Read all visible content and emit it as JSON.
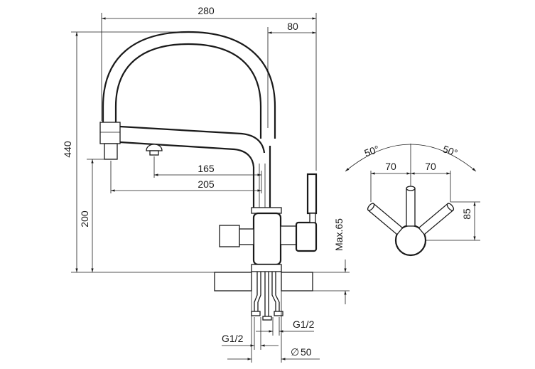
{
  "dimensions": {
    "total_width": "280",
    "spout_offset": "80",
    "total_height": "440",
    "outlet_height": "200",
    "reach_inner": "165",
    "reach_outer": "205",
    "deck_thickness": "Max.65",
    "inlet_left": "G1/2",
    "inlet_right": "G1/2",
    "hole_diameter": "50",
    "handle_angle_left": "50°",
    "handle_angle_right": "50°",
    "handle_reach_left": "70",
    "handle_reach_right": "70",
    "handle_height": "85"
  },
  "symbols": {
    "diameter": "∅"
  }
}
